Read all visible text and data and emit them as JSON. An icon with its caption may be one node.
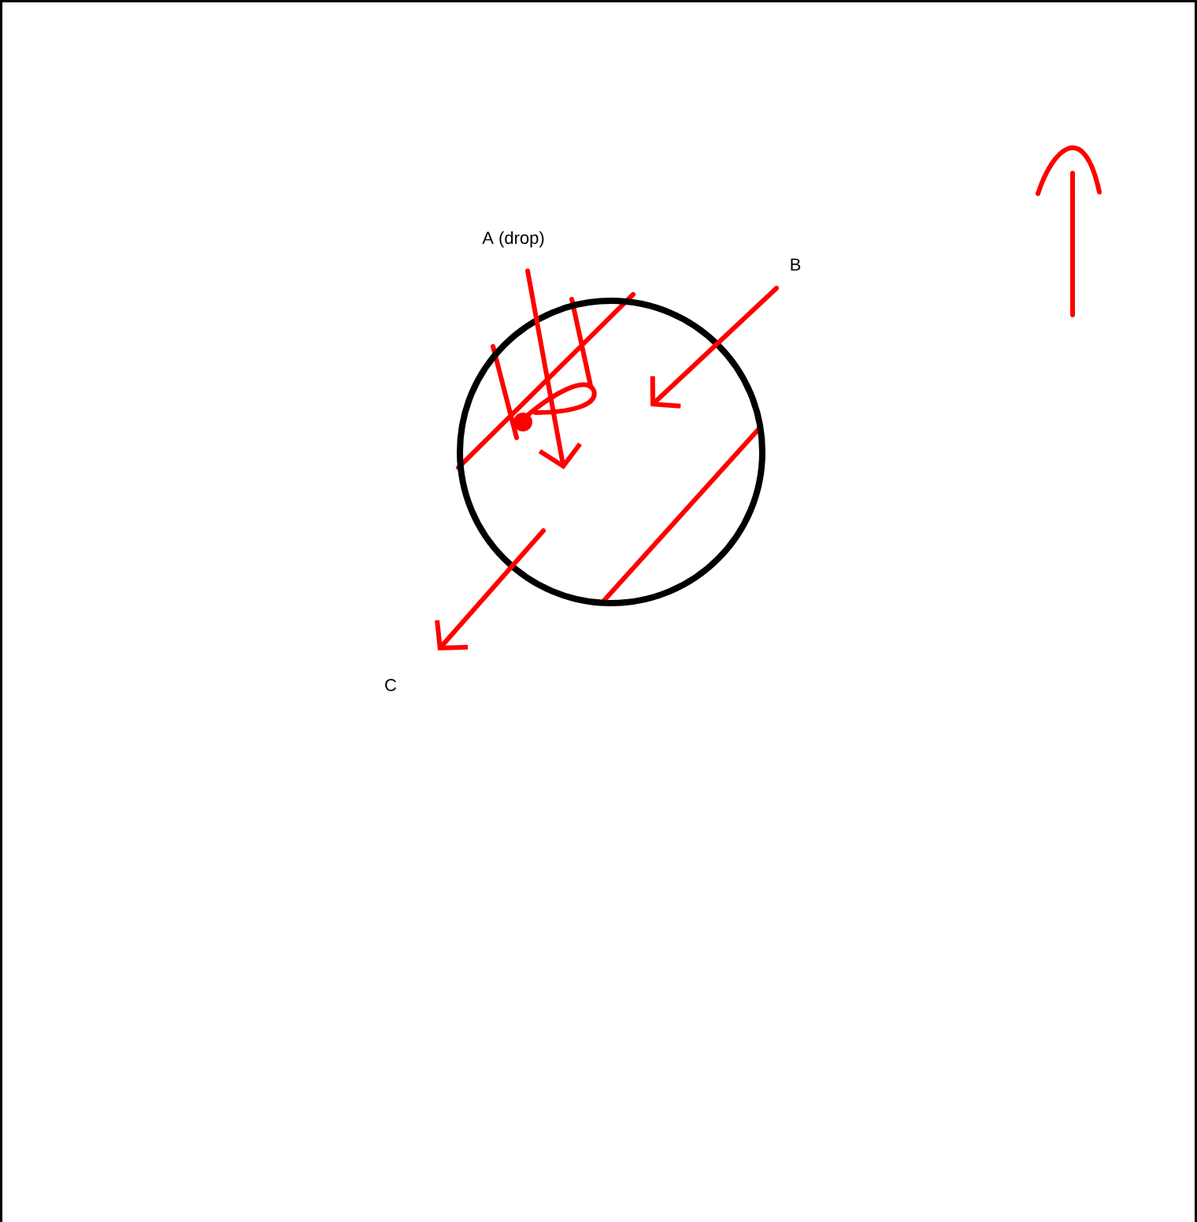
{
  "diagram": {
    "nodes": [
      {
        "text": [
          "A  (drop)"
        ]
      },
      {
        "text": [
          "B"
        ]
      },
      {
        "text": [
          "C"
        ]
      },
      {
        "text": [],
        "shape": "circle"
      }
    ],
    "edges": [
      {
        "from": 0,
        "to": 3,
        "arrow": "to"
      },
      {
        "from": 1,
        "to": 3,
        "arrow": "to"
      },
      {
        "from": 3,
        "to": 2,
        "arrow": "to"
      }
    ]
  }
}
